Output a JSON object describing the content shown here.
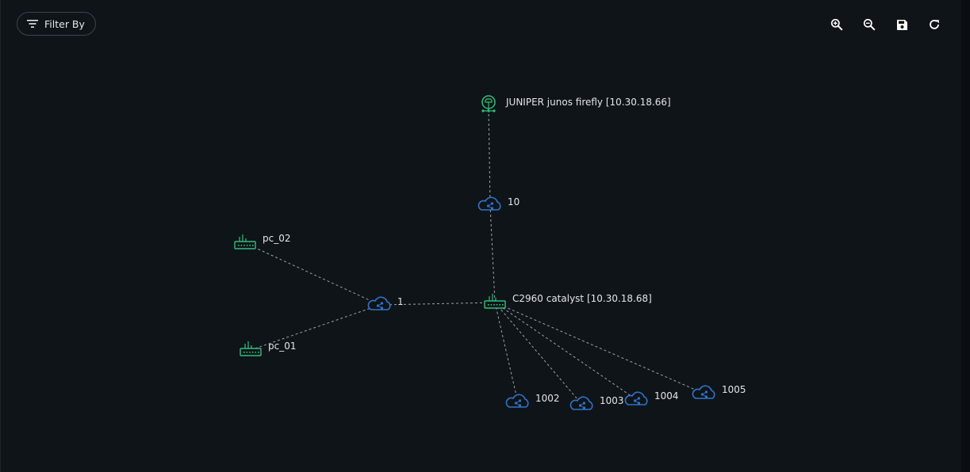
{
  "toolbar": {
    "filter_label": "Filter By",
    "filter_icon": "filter-lines-icon",
    "tools": [
      {
        "name": "zoom-in-icon"
      },
      {
        "name": "zoom-out-icon"
      },
      {
        "name": "save-icon"
      },
      {
        "name": "refresh-icon"
      }
    ]
  },
  "colors": {
    "background": "#0f1419",
    "device": "#2fbf7a",
    "vlan": "#2f74c8",
    "edge": "#9aa3ad",
    "text": "#e3e6ea"
  },
  "graph": {
    "nodes": [
      {
        "id": "juniper",
        "type": "router",
        "icon": "router-icon",
        "label": "JUNIPER junos firefly [10.30.18.66]"
      },
      {
        "id": "v10",
        "type": "vlan",
        "icon": "vlan-cloud-icon",
        "label": "10"
      },
      {
        "id": "c2960",
        "type": "switch",
        "icon": "switch-icon",
        "label": "C2960 catalyst [10.30.18.68]"
      },
      {
        "id": "v1",
        "type": "vlan",
        "icon": "vlan-cloud-icon",
        "label": "1"
      },
      {
        "id": "pc02",
        "type": "switch",
        "icon": "switch-icon",
        "label": "pc_02"
      },
      {
        "id": "pc01",
        "type": "switch",
        "icon": "switch-icon",
        "label": "pc_01"
      },
      {
        "id": "v1002",
        "type": "vlan",
        "icon": "vlan-cloud-icon",
        "label": "1002"
      },
      {
        "id": "v1003",
        "type": "vlan",
        "icon": "vlan-cloud-icon",
        "label": "1003"
      },
      {
        "id": "v1004",
        "type": "vlan",
        "icon": "vlan-cloud-icon",
        "label": "1004"
      },
      {
        "id": "v1005",
        "type": "vlan",
        "icon": "vlan-cloud-icon",
        "label": "1005"
      }
    ],
    "edges": [
      [
        "juniper",
        "v10"
      ],
      [
        "v10",
        "c2960"
      ],
      [
        "v1",
        "c2960"
      ],
      [
        "pc02",
        "v1"
      ],
      [
        "pc01",
        "v1"
      ],
      [
        "c2960",
        "v1002"
      ],
      [
        "c2960",
        "v1003"
      ],
      [
        "c2960",
        "v1004"
      ],
      [
        "c2960",
        "v1005"
      ]
    ]
  }
}
